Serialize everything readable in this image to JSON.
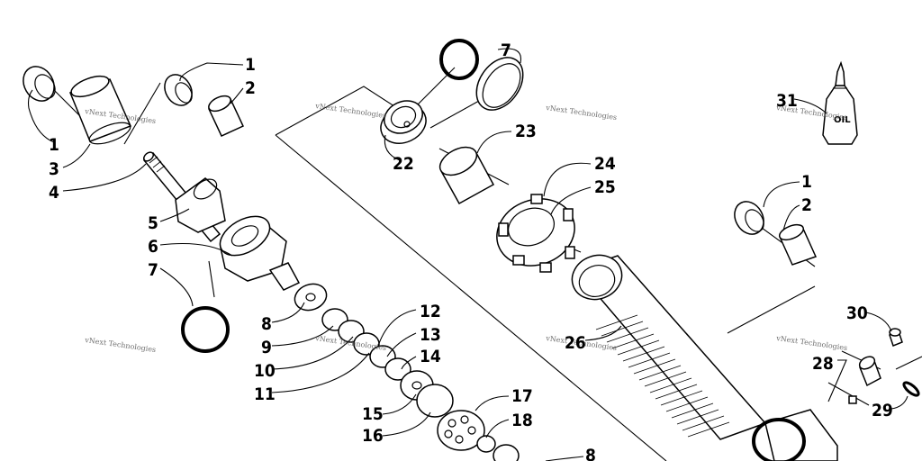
{
  "labels": [
    {
      "id": "L1a",
      "text": "1"
    },
    {
      "id": "L2a",
      "text": "2"
    },
    {
      "id": "L1b",
      "text": "1"
    },
    {
      "id": "L3",
      "text": "3"
    },
    {
      "id": "L4",
      "text": "4"
    },
    {
      "id": "L5",
      "text": "5"
    },
    {
      "id": "L6",
      "text": "6"
    },
    {
      "id": "L7a",
      "text": "7"
    },
    {
      "id": "L8a",
      "text": "8"
    },
    {
      "id": "L9",
      "text": "9"
    },
    {
      "id": "L10",
      "text": "10"
    },
    {
      "id": "L11",
      "text": "11"
    },
    {
      "id": "L12",
      "text": "12"
    },
    {
      "id": "L13",
      "text": "13"
    },
    {
      "id": "L14",
      "text": "14"
    },
    {
      "id": "L15",
      "text": "15"
    },
    {
      "id": "L16",
      "text": "16"
    },
    {
      "id": "L17",
      "text": "17"
    },
    {
      "id": "L18",
      "text": "18"
    },
    {
      "id": "L8b",
      "text": "8"
    },
    {
      "id": "L7b",
      "text": "7"
    },
    {
      "id": "L22",
      "text": "22"
    },
    {
      "id": "L23",
      "text": "23"
    },
    {
      "id": "L24",
      "text": "24"
    },
    {
      "id": "L25",
      "text": "25"
    },
    {
      "id": "L26",
      "text": "26"
    },
    {
      "id": "L31",
      "text": "31"
    },
    {
      "id": "L1c",
      "text": "1"
    },
    {
      "id": "L2b",
      "text": "2"
    },
    {
      "id": "L30",
      "text": "30"
    },
    {
      "id": "L28",
      "text": "28"
    },
    {
      "id": "L29",
      "text": "29"
    }
  ],
  "watermark": "vNext Technologies",
  "oil_bottle_text": "OIL",
  "colors": {
    "line": "#000000",
    "background": "#ffffff",
    "watermark": "#555555"
  }
}
